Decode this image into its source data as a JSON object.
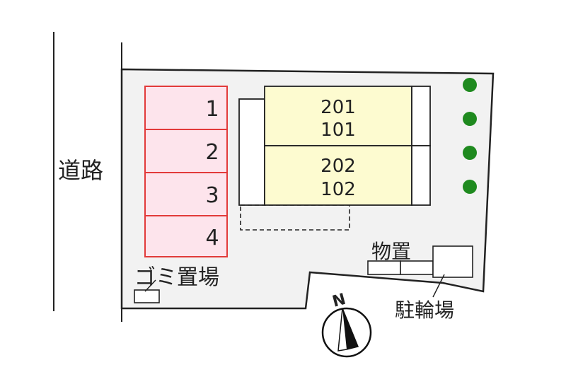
{
  "road_label": "道路",
  "parking": [
    {
      "number": "1"
    },
    {
      "number": "2"
    },
    {
      "number": "3"
    },
    {
      "number": "4"
    }
  ],
  "buildings": [
    {
      "upper_unit": "201",
      "lower_unit": "101"
    },
    {
      "upper_unit": "202",
      "lower_unit": "102"
    }
  ],
  "garbage_label": "ゴミ置場",
  "storage_label": "物置",
  "bike_parking_label": "駐輪場",
  "compass_label": "N",
  "colors": {
    "lot": "#f2f2f2",
    "outline": "#222222",
    "parking_fill": "#fde4ec",
    "parking_stroke": "#e23a3a",
    "building_fill": "#fdfbd0",
    "tree": "#1f8a1f",
    "compass": "#111111"
  }
}
